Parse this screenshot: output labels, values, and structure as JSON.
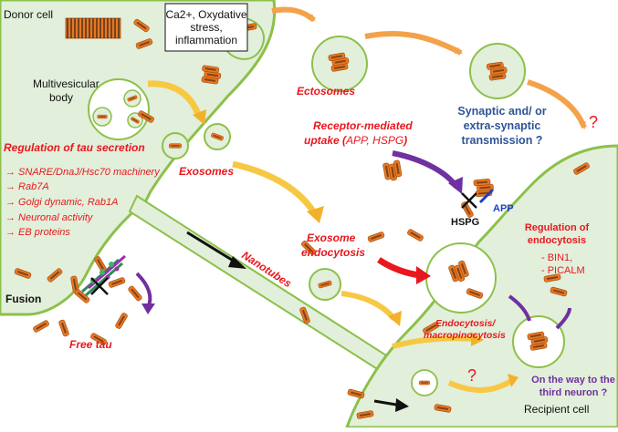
{
  "donor_cell": "Donor cell",
  "stress_box": [
    "Ca2+, Oxydative",
    "stress,",
    "inflammation"
  ],
  "mvb": [
    "Multivesicular",
    "body"
  ],
  "regulation_title": "Regulation of tau secretion",
  "regulation_items": [
    "→ SNARE/DnaJ/Hsc70 machinery",
    "→ Rab7A",
    "→ Golgi dynamic, Rab1A",
    "→ Neuronal activity",
    "→ EB proteins"
  ],
  "fusion": "Fusion",
  "free_tau": "Free tau",
  "exosomes": "Exosomes",
  "ectosomes": "Ectosomes",
  "nanotubes": "Nanotubes",
  "receptor_uptake": {
    "line1": "Receptor-mediated",
    "line2_prefix": "uptake (",
    "line2_mid": "APP, HSPG",
    "line2_suffix": ")"
  },
  "synaptic": [
    "Synaptic and/ or",
    "extra-synaptic",
    "transmission ?"
  ],
  "question_mark": "?",
  "app": "APP",
  "hspg": "HSPG",
  "exosome_endocytosis": [
    "Exosome",
    "endocytosis"
  ],
  "regulation_endocytosis": [
    "Regulation of",
    "endocytosis"
  ],
  "endo_items": [
    "- BIN1,",
    "- PICALM"
  ],
  "macropinocytosis": [
    "Endocytosis/",
    "macropinocytosis"
  ],
  "third_neuron": [
    "On the way to the",
    "third neuron ?"
  ],
  "recipient_cell": "Recipient cell",
  "colors": {
    "cell_fill": "#e2efda",
    "cell_border": "#8cc04a",
    "tau": "#e87722",
    "tau_dark": "#1a1a1a",
    "red_text": "#e8181e",
    "blue_text": "#2f5597",
    "purple": "#7030a0",
    "orange_arrow": "#f4a24a",
    "yellow_arrow": "#f7c843"
  },
  "icons": [
    "tau-aggregate-icon",
    "snare-complex-icon",
    "block-x-icon",
    "vesicle-icon",
    "arrow-icon"
  ]
}
